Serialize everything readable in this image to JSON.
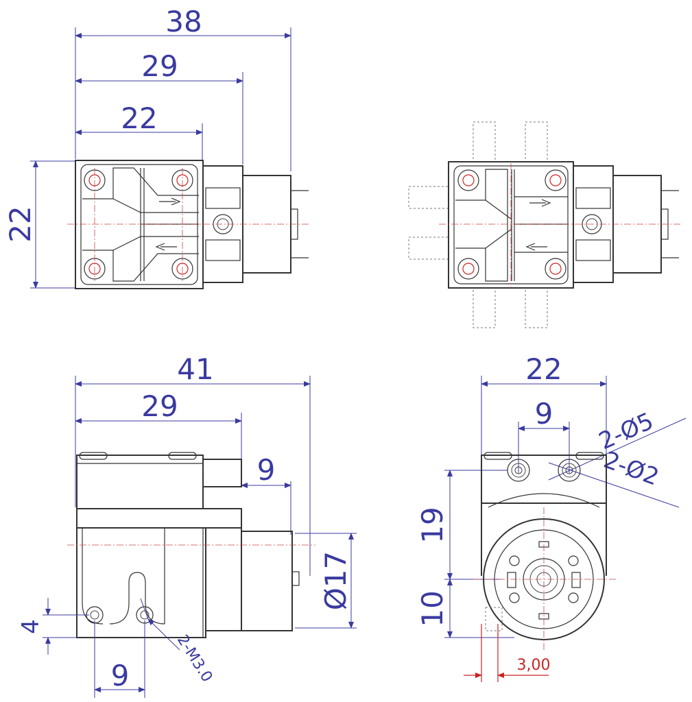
{
  "dims": {
    "tl_38": "38",
    "tl_29": "29",
    "tl_22w": "22",
    "tl_22h": "22",
    "bl_41": "41",
    "bl_29": "29",
    "bl_9r": "9",
    "bl_phi17": "Ø17",
    "bl_4": "4",
    "bl_9b": "9",
    "bl_m3": "2-M3.0",
    "br_22": "22",
    "br_9": "9",
    "br_phi5": "2-Ø5",
    "br_phi2": "2-Ø2",
    "br_19": "19",
    "br_10": "10",
    "br_300": "3,00"
  },
  "colors": {
    "dimension": "#3a3aa0",
    "outline": "#333333",
    "centerline": "#cc4444",
    "reference": "#cc2222"
  },
  "views": [
    "top-view",
    "top-view-with-fittings",
    "side-view",
    "end-view"
  ]
}
